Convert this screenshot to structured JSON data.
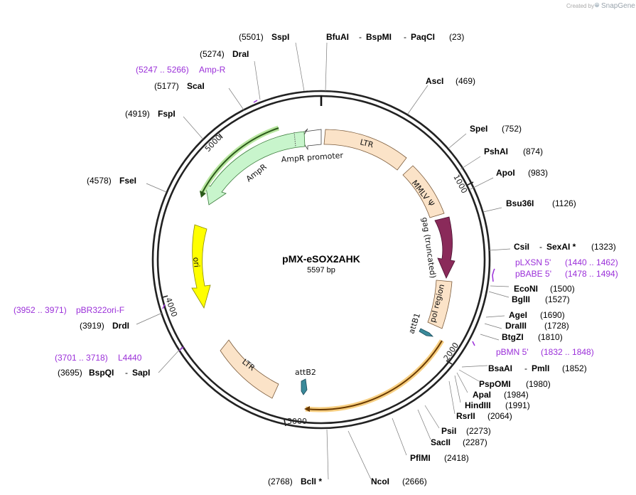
{
  "watermark": {
    "created_by": "Created by",
    "app_name": "SnapGene",
    "logo_icon": "snapgene-logo-icon"
  },
  "plasmid": {
    "name": "pMX-eSOX2AHK",
    "size": "5597 bp"
  },
  "ticks": [
    "1000",
    "2000",
    "3000",
    "4000",
    "5000"
  ],
  "features": {
    "ltr_top": "LTR",
    "mmlv": "MMLV Ψ",
    "gag": "gag (truncated)",
    "pol": "pol region",
    "attb1": "attB1",
    "attb2": "attB2",
    "ltr_bottom": "LTR",
    "ori": "ori",
    "ampr": "AmpR",
    "ampr_promoter": "AmpR promoter"
  },
  "sites": [
    {
      "name": "SspI",
      "pos": "(5501)"
    },
    {
      "name": "BfuAI",
      "pos": ""
    },
    {
      "name": "BspMI",
      "pos": ""
    },
    {
      "name": "PaqCI",
      "pos": "(23)"
    },
    {
      "name": "AscI",
      "pos": "(469)"
    },
    {
      "name": "SpeI",
      "pos": "(752)"
    },
    {
      "name": "PshAI",
      "pos": "(874)"
    },
    {
      "name": "ApoI",
      "pos": "(983)"
    },
    {
      "name": "Bsu36I",
      "pos": "(1126)"
    },
    {
      "name": "CsiI",
      "pos": ""
    },
    {
      "name": "SexAI *",
      "pos": "(1323)"
    },
    {
      "name": "EcoNI",
      "pos": "(1500)"
    },
    {
      "name": "BglII",
      "pos": "(1527)"
    },
    {
      "name": "AgeI",
      "pos": "(1690)"
    },
    {
      "name": "DraIII",
      "pos": "(1728)"
    },
    {
      "name": "BtgZI",
      "pos": "(1810)"
    },
    {
      "name": "BsaAI",
      "pos": ""
    },
    {
      "name": "PmlI",
      "pos": "(1852)"
    },
    {
      "name": "PspOMI",
      "pos": "(1980)"
    },
    {
      "name": "ApaI",
      "pos": "(1984)"
    },
    {
      "name": "HindIII",
      "pos": "(1991)"
    },
    {
      "name": "RsrII",
      "pos": "(2064)"
    },
    {
      "name": "PsiI",
      "pos": "(2273)"
    },
    {
      "name": "SacII",
      "pos": "(2287)"
    },
    {
      "name": "PflMI",
      "pos": "(2418)"
    },
    {
      "name": "NcoI",
      "pos": "(2666)"
    },
    {
      "name": "BclI *",
      "pos": "(2768)"
    },
    {
      "name": "BspQI",
      "pos": "(3695)"
    },
    {
      "name": "SapI",
      "pos": ""
    },
    {
      "name": "DrdI",
      "pos": "(3919)"
    },
    {
      "name": "FseI",
      "pos": "(4578)"
    },
    {
      "name": "FspI",
      "pos": "(4919)"
    },
    {
      "name": "ScaI",
      "pos": "(5177)"
    },
    {
      "name": "DraI",
      "pos": "(5274)"
    }
  ],
  "primers": [
    {
      "name": "pLXSN 5'",
      "range": "(1440 .. 1462)"
    },
    {
      "name": "pBABE 5'",
      "range": "(1478 .. 1494)"
    },
    {
      "name": "pBMN 5'",
      "range": "(1832 .. 1848)"
    },
    {
      "name": "L4440",
      "range": "(3701 .. 3718)"
    },
    {
      "name": "pBR322ori-F",
      "range": "(3952 .. 3971)"
    },
    {
      "name": "Amp-R",
      "range": "(5247 .. 5266)"
    }
  ],
  "sep": "-",
  "colors": {
    "ltr": "#fbe3c8",
    "mmlv": "#fbe3c8",
    "gag": "#8a2a5a",
    "pol": "#fbe3c8",
    "att": "#3a8a9a",
    "ori": "#ffff00",
    "ampr": "#c8f5cc",
    "primer": "#9b30d9",
    "highlight_orange": "#f5b040",
    "highlight_green": "#7ac043"
  }
}
